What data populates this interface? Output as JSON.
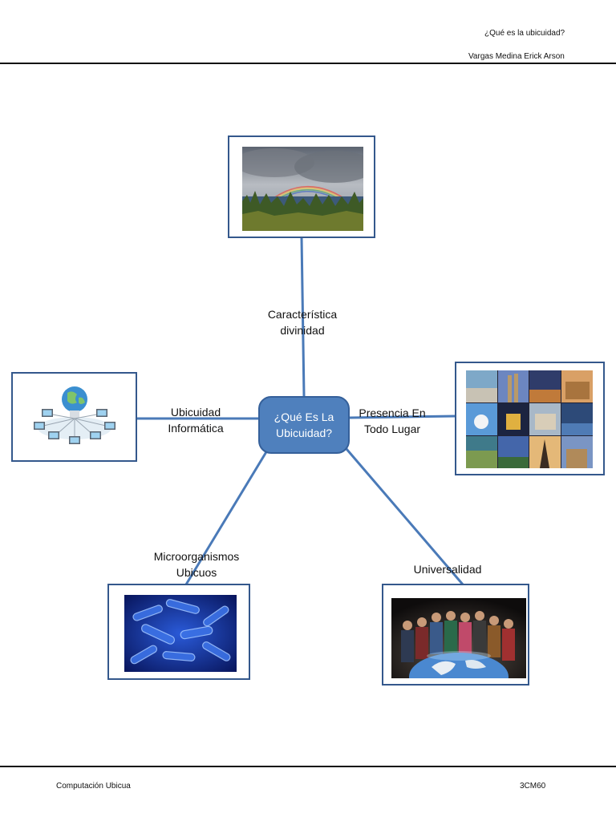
{
  "header": {
    "title": "¿Qué es la ubicuidad?",
    "author": "Vargas Medina Erick Arson"
  },
  "footer": {
    "course": "Computación Ubicua",
    "group": "3CM60"
  },
  "diagram": {
    "center": "¿Qué Es La Ubicuidad?",
    "branches": {
      "top": {
        "line1": "Característica",
        "line2": "divinidad",
        "image_icon": "rainbow-landscape-icon"
      },
      "left": {
        "line1": "Ubicuidad",
        "line2": "Informática",
        "image_icon": "network-computers-icon"
      },
      "right": {
        "line1": "Presencia En",
        "line2": "Todo Lugar",
        "image_icon": "world-places-collage-icon"
      },
      "bottom_left": {
        "line1": "Microorganismos",
        "line2": "Ubicuos",
        "image_icon": "bacteria-icon"
      },
      "bottom_right": {
        "line1": "Universalidad",
        "image_icon": "people-around-globe-icon"
      }
    },
    "colors": {
      "hub_fill": "#4f80bd",
      "connector": "#4a7ab8",
      "frame_border": "#34588c"
    }
  }
}
